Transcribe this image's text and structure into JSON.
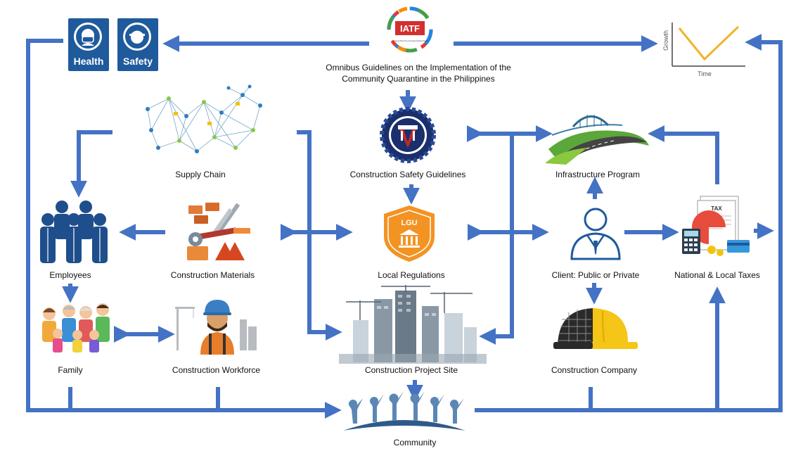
{
  "signs": {
    "health": "Health",
    "safety": "Safety"
  },
  "iatf_logo": {
    "abbr": "IATF",
    "fine_print": "Inter-Agency Task Force on Emerging Infectious Diseases"
  },
  "growth_chart": {
    "y_label": "Growth",
    "x_label": "Time"
  },
  "lgu_badge": "LGU",
  "tax_doc": "TAX",
  "labels": {
    "omnibus": "Omnibus Guidelines on the Implementation of the Community Quarantine in the Philippines",
    "supply_chain": "Supply Chain",
    "safety_guidelines": "Construction Safety Guidelines",
    "infrastructure": "Infrastructure Program",
    "employees": "Employees",
    "materials": "Construction Materials",
    "local_regulations": "Local Regulations",
    "client": "Client: Public or Private",
    "taxes": "National & Local Taxes",
    "family": "Family",
    "workforce": "Construction Workforce",
    "project_site": "Construction  Project Site",
    "company": "Construction Company",
    "community": "Community"
  },
  "colors": {
    "arrow": "#4472c4",
    "sign_blue": "#1f5a9c",
    "lgu_orange": "#f39323",
    "hardhat_yellow": "#f5c518",
    "people_navy": "#1f4e8c",
    "community_blue": "#5b87b5",
    "growth_line": "#f0b429"
  }
}
